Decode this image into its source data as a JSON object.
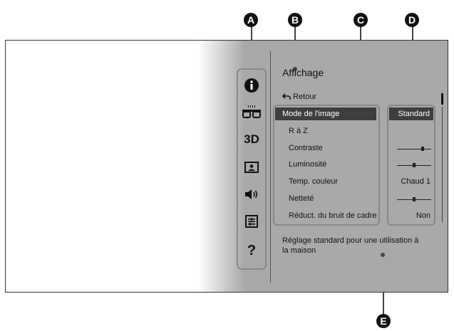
{
  "callouts": {
    "a": "A",
    "b": "B",
    "c": "C",
    "d": "D",
    "e": "E"
  },
  "sidebar": {
    "icons": [
      "info-icon",
      "3d-glasses-icon",
      "3d-icon",
      "picture-icon",
      "sound-icon",
      "settings-list-icon",
      "help-icon"
    ],
    "three_d_label": "3D",
    "help_label": "?"
  },
  "screen": {
    "title": "Affichage",
    "back_label": "Retour",
    "items": [
      {
        "label": "Mode de l'image",
        "value": "Standard"
      },
      {
        "label": "R à Z",
        "value": ""
      },
      {
        "label": "Contraste",
        "value": ""
      },
      {
        "label": "Luminosité",
        "value": ""
      },
      {
        "label": "Temp. couleur",
        "value": "Chaud 1"
      },
      {
        "label": "Netteté",
        "value": ""
      },
      {
        "label": "Réduct. du bruit de cadre",
        "value": "Non"
      }
    ],
    "sliders": {
      "contraste": 0.75,
      "luminosite": 0.5,
      "nettete": 0.5
    },
    "description": "Réglage standard pour une utilisation à la maison"
  },
  "colors": {
    "selection": "#3e3e3e",
    "panel": "#a9a9a9",
    "callout": "#111111"
  }
}
